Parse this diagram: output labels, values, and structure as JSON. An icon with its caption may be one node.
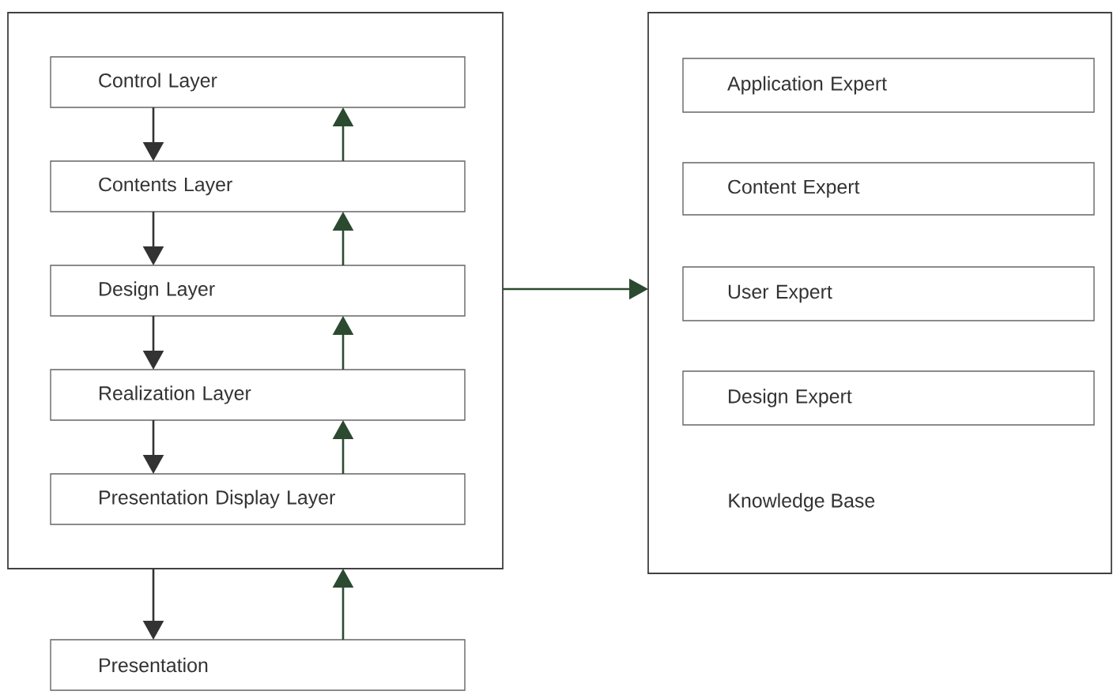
{
  "diagram": {
    "nodes": [
      {
        "text": [],
        "shape": "box"
      },
      {
        "text": [
          "Control Layer"
        ],
        "in": 0
      },
      {
        "text": [
          "Contents Layer"
        ],
        "in": 0
      },
      {
        "text": [
          "Design Layer"
        ],
        "in": 0
      },
      {
        "text": [
          "Realization Layer"
        ],
        "in": 0
      },
      {
        "text": [
          "Presentation Display Layer"
        ],
        "in": 0
      },
      {
        "text": [
          "Presentation"
        ]
      },
      {
        "text": [
          "Knowledge Base"
        ]
      },
      {
        "text": [
          "Application Expert"
        ],
        "in": 7
      },
      {
        "text": [
          "Content Expert"
        ],
        "in": 7
      },
      {
        "text": [
          "User Expert"
        ],
        "in": 7
      },
      {
        "text": [
          "Design Expert"
        ],
        "in": 7
      }
    ],
    "edges": [
      {
        "from": 1,
        "to": 2,
        "arrow": "to"
      },
      {
        "from": 2,
        "to": 1,
        "arrow": "to",
        "color": "#2c4a30"
      },
      {
        "from": 2,
        "to": 3,
        "arrow": "to"
      },
      {
        "from": 3,
        "to": 2,
        "arrow": "to",
        "color": "#2c4a30"
      },
      {
        "from": 3,
        "to": 4,
        "arrow": "to"
      },
      {
        "from": 4,
        "to": 3,
        "arrow": "to",
        "color": "#2c4a30"
      },
      {
        "from": 4,
        "to": 5,
        "arrow": "to"
      },
      {
        "from": 5,
        "to": 4,
        "arrow": "to",
        "color": "#2c4a30"
      },
      {
        "from": 0,
        "to": 6,
        "arrow": "to"
      },
      {
        "from": 6,
        "to": 0,
        "arrow": "to",
        "color": "#2c4a30"
      },
      {
        "from": 0,
        "to": 7,
        "arrow": "to",
        "color": "#2c4a30"
      }
    ]
  }
}
